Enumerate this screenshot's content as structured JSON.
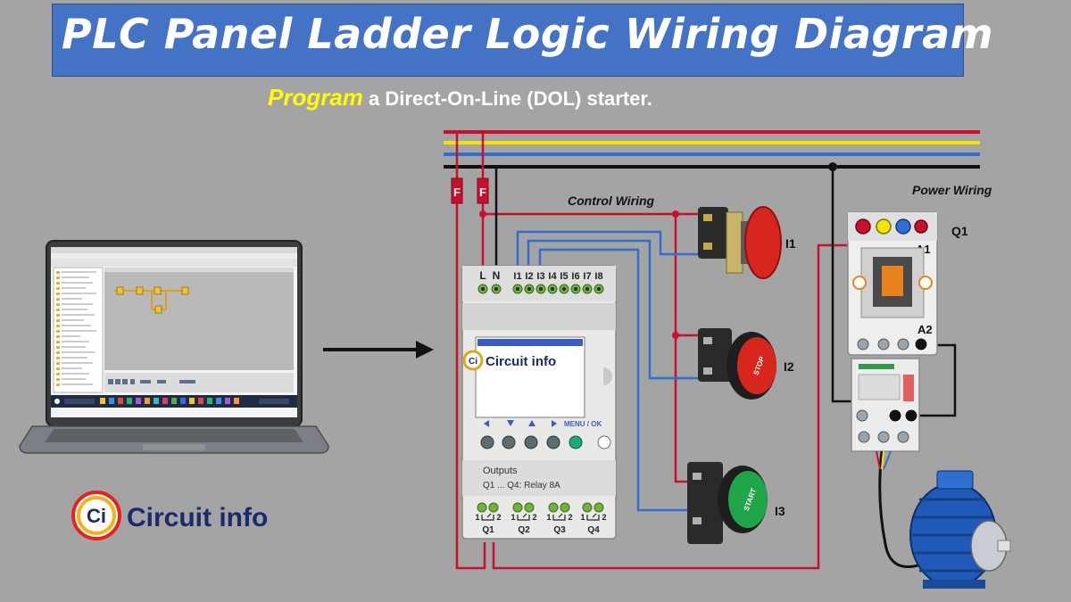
{
  "header": {
    "title": "PLC Panel Ladder Logic Wiring Diagram",
    "subtitle_keyword": "Program",
    "subtitle_rest": "a Direct-On-Line (DOL) starter."
  },
  "labels": {
    "control_wiring": "Control Wiring",
    "power_wiring": "Power Wiring",
    "fuse1": "F",
    "fuse2": "F",
    "plc_L": "L",
    "plc_N": "N",
    "plc_inputs": [
      "I1",
      "I2",
      "I3",
      "I4",
      "I5",
      "I6",
      "I7",
      "I8"
    ],
    "plc_lcd_brand": "Circuit info",
    "plc_lcd_logo": "Ci",
    "plc_menu": "MENU / OK",
    "plc_outputs_title": "Outputs",
    "plc_outputs_sub": "Q1 ... Q4: Relay 8A",
    "plc_relays": [
      "Q1",
      "Q2",
      "Q3",
      "Q4"
    ],
    "relay_pin1": "1",
    "relay_pin2": "2",
    "button_stop_main": "I1",
    "button_stop": "I2",
    "button_start": "I3",
    "stop_text": "STOP",
    "start_text": "START",
    "contactor": "Q1",
    "contactor_a1": "A1",
    "contactor_a2": "A2",
    "brand_logo": "Ci",
    "brand_name": "Circuit info"
  },
  "colors": {
    "title_bg": "#4472c4",
    "wire_red": "#c8102e",
    "wire_yellow": "#f5e400",
    "wire_blue": "#2f6fd1",
    "wire_black": "#111111",
    "start_green": "#1fa64a",
    "stop_red": "#d7261e"
  }
}
